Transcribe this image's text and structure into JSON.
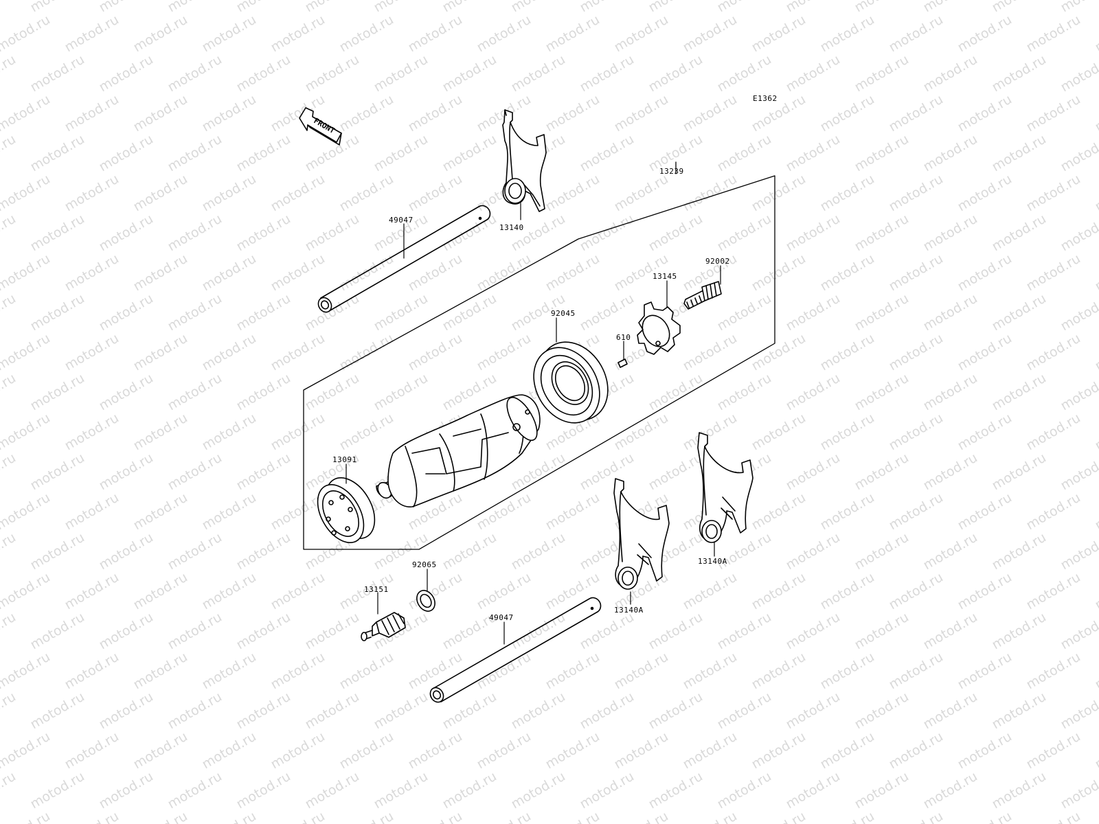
{
  "diagram_code": "E1362",
  "front_label": "FRONT",
  "watermark_text": "motod.ru",
  "parts": {
    "shaft_upper": "49047",
    "fork_upper": "13140",
    "drum_assembly": "13239",
    "bolt": "92002",
    "drum_cam": "13145",
    "bearing": "92045",
    "pin": "610",
    "bearing_left": "13091",
    "washer": "92065",
    "switch": "13151",
    "shaft_lower": "49047",
    "fork_middle": "13140A",
    "fork_right": "13140A"
  },
  "colors": {
    "line": "#000000",
    "watermark": "#d9d9d9",
    "background": "#ffffff"
  }
}
